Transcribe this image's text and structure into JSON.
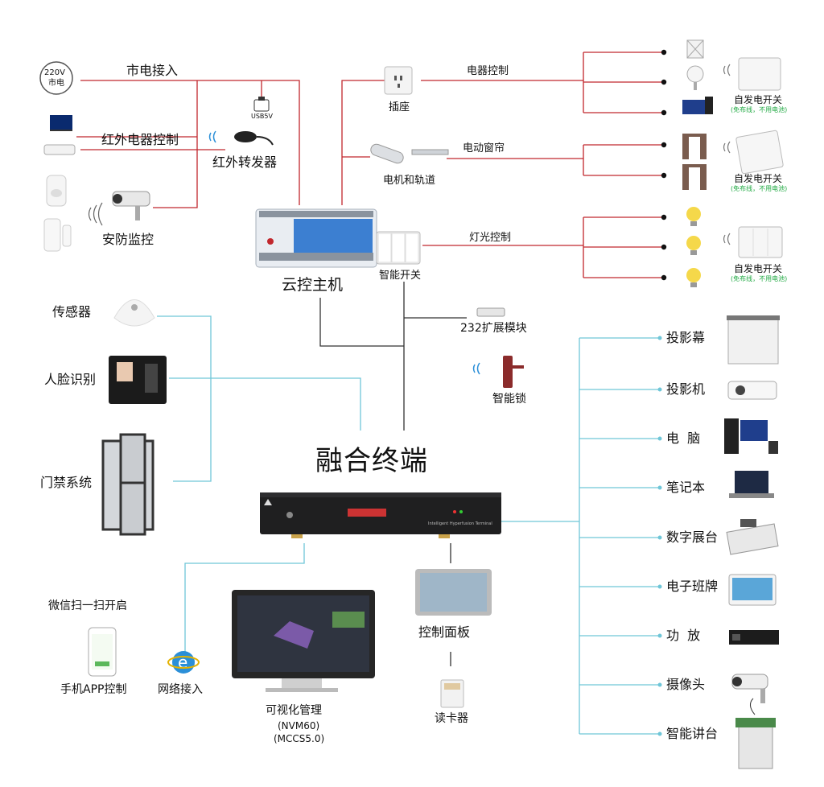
{
  "colors": {
    "dark_line": "#c1272d",
    "blue_line": "#6fc6d8",
    "gray_line": "#333333",
    "accent_blue": "#2b8fd8"
  },
  "top": {
    "power_badge_v": "220V",
    "power_badge_sub": "市电",
    "mains": "市电接入",
    "ir_control": "红外电器控制",
    "usb": "USB5V",
    "ir_forwarder": "红外转发器",
    "security": "安防监控",
    "cloud_host": "云控主机",
    "socket": "插座",
    "appliance_control": "电器控制",
    "motor_track": "电机和轨道",
    "curtain": "电动窗帘",
    "smart_switch": "智能开关",
    "light_control": "灯光控制",
    "ext_module": "232扩展模块",
    "smart_lock": "智能锁",
    "self_power_switch": "自发电开关",
    "self_power_note": "(免布线，不用电池)"
  },
  "left": {
    "sensor": "传感器",
    "face": "人脸识别",
    "access": "门禁系统",
    "wechat": "微信扫一扫开启",
    "app": "手机APP控制",
    "network": "网络接入"
  },
  "center": {
    "terminal": "融合终端",
    "terminal_caption": "Intelligent Hyperfusion Terminal",
    "visual": "可视化管理",
    "nvm": "(NVM60)",
    "mccs": "(MCCS5.0)",
    "panel": "控制面板",
    "card_reader": "读卡器"
  },
  "right": {
    "items": [
      "投影幕",
      "投影机",
      "电  脑",
      "笔记本",
      "数字展台",
      "电子班牌",
      "功  放",
      "摄像头",
      "智能讲台"
    ]
  }
}
